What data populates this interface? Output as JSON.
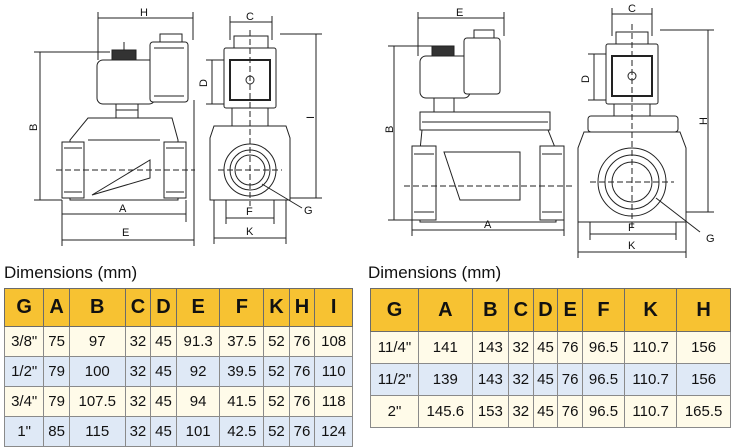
{
  "left_drawing": {
    "labels": {
      "H": "H",
      "C": "C",
      "D": "D",
      "B": "B",
      "I": "I",
      "A": "A",
      "E": "E",
      "F": "F",
      "K": "K",
      "G": "G"
    }
  },
  "right_drawing": {
    "labels": {
      "E": "E",
      "C": "C",
      "D": "D",
      "B": "B",
      "H": "H",
      "A": "A",
      "F": "F",
      "K": "K",
      "G": "G"
    }
  },
  "table1": {
    "caption": "Dimensions (mm)",
    "headers": [
      "G",
      "A",
      "B",
      "C",
      "D",
      "E",
      "F",
      "K",
      "H",
      "I"
    ],
    "rows": [
      [
        "3/8\"",
        "75",
        "97",
        "32",
        "45",
        "91.3",
        "37.5",
        "52",
        "76",
        "108"
      ],
      [
        "1/2\"",
        "79",
        "100",
        "32",
        "45",
        "92",
        "39.5",
        "52",
        "76",
        "110"
      ],
      [
        "3/4\"",
        "79",
        "107.5",
        "32",
        "45",
        "94",
        "41.5",
        "52",
        "76",
        "118"
      ],
      [
        "1\"",
        "85",
        "115",
        "32",
        "45",
        "101",
        "42.5",
        "52",
        "76",
        "124"
      ]
    ]
  },
  "table2": {
    "caption": "Dimensions (mm)",
    "headers": [
      "G",
      "A",
      "B",
      "C",
      "D",
      "E",
      "F",
      "K",
      "H"
    ],
    "rows": [
      [
        "11/4\"",
        "141",
        "143",
        "32",
        "45",
        "76",
        "96.5",
        "110.7",
        "156"
      ],
      [
        "11/2\"",
        "139",
        "143",
        "32",
        "45",
        "76",
        "96.5",
        "110.7",
        "156"
      ],
      [
        "2\"",
        "145.6",
        "153",
        "32",
        "45",
        "76",
        "96.5",
        "110.7",
        "165.5"
      ]
    ]
  }
}
